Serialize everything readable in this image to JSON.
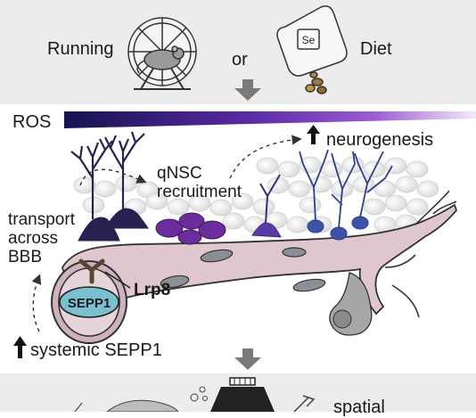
{
  "header": {
    "running": "Running",
    "or": "or",
    "diet": "Diet",
    "bag_label": "Se"
  },
  "ros_label": "ROS",
  "neurogenesis_label": "neurogenesis",
  "qnsc_label": "qNSC",
  "recruitment_label": "recruitment",
  "transport_lines": [
    "transport",
    "across",
    "BBB"
  ],
  "sepp1_label": "SEPP1",
  "lrp8_label": "Lrp8",
  "systemic_label": "systemic SEPP1",
  "footer": {
    "spatial_label": "spatial"
  },
  "colors": {
    "band": "#ececec",
    "vessel": "#dfc6cf",
    "vessel_stroke": "#3a3a3a",
    "ros_gradient_start": "#1b1b5e",
    "ros_gradient_mid": "#7a2fb0",
    "neuron_dark": "#2a2050",
    "neuron_purple": "#6a2d9b",
    "neuron_blue": "#3e51a8",
    "sepp1_fill": "#7bc0d0"
  }
}
